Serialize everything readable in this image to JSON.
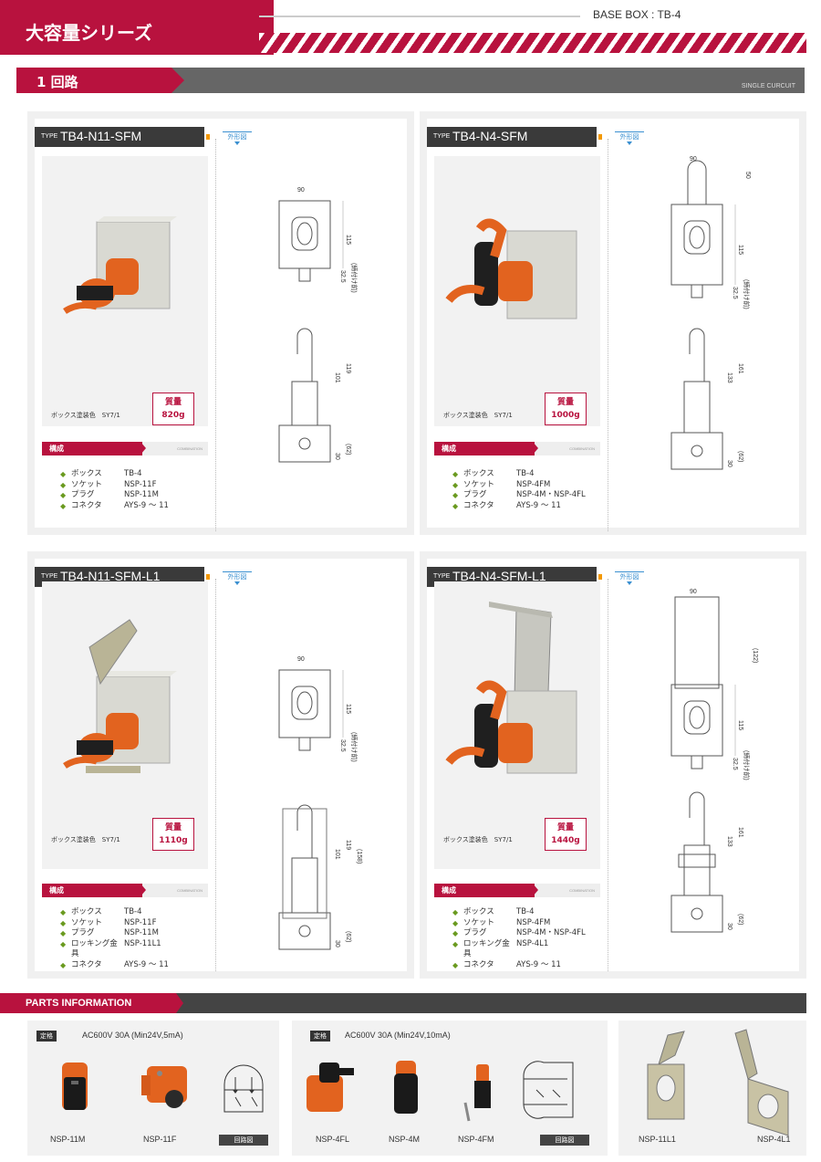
{
  "header": {
    "title": "大容量シリーズ",
    "base_box": "BASE BOX : TB-4"
  },
  "section": {
    "title": "1 回路",
    "subtitle": "SINGLE CURCUIT"
  },
  "common": {
    "type_label": "TYPE",
    "outline_label": "外形図",
    "paint_label": "ボックス塗装色　SY7/1",
    "mass_label": "質量",
    "comb_label": "構成",
    "comb_sub": "COMBINATION",
    "bullet": "◆"
  },
  "cards": [
    {
      "type": "TB4-N11-SFM",
      "mass": "820g",
      "parts": [
        [
          "ボックス",
          "TB-4"
        ],
        [
          "ソケット",
          "NSP-11F"
        ],
        [
          "プラグ",
          "NSP-11M"
        ],
        [
          "コネクタ",
          "AYS-9 ～ 11"
        ]
      ]
    },
    {
      "type": "TB4-N4-SFM",
      "mass": "1000g",
      "parts": [
        [
          "ボックス",
          "TB-4"
        ],
        [
          "ソケット",
          "NSP-4FM"
        ],
        [
          "プラグ",
          "NSP-4M・NSP-4FL"
        ],
        [
          "コネクタ",
          "AYS-9 ～ 11"
        ]
      ]
    },
    {
      "type": "TB4-N11-SFM-L1",
      "mass": "1110g",
      "parts": [
        [
          "ボックス",
          "TB-4"
        ],
        [
          "ソケット",
          "NSP-11F"
        ],
        [
          "プラグ",
          "NSP-11M"
        ],
        [
          "ロッキング金具",
          "NSP-11L1"
        ],
        [
          "コネクタ",
          "AYS-9 ～ 11"
        ]
      ]
    },
    {
      "type": "TB4-N4-SFM-L1",
      "mass": "1440g",
      "parts": [
        [
          "ボックス",
          "TB-4"
        ],
        [
          "ソケット",
          "NSP-4FM"
        ],
        [
          "プラグ",
          "NSP-4M・NSP-4FL"
        ],
        [
          "ロッキング金具",
          "NSP-4L1"
        ],
        [
          "コネクタ",
          "AYS-9 ～ 11"
        ]
      ]
    }
  ],
  "dims": {
    "w": "90",
    "h115": "115",
    "d325": "32.5",
    "mount": "(締付け前)",
    "d119": "119",
    "d101": "101",
    "d30": "30",
    "d62": "(62)",
    "d50": "50",
    "d161": "161",
    "d133": "133",
    "d158": "(158)",
    "d122": "(122)"
  },
  "parts_info": {
    "title": "PARTS INFORMATION",
    "rating_label": "定格",
    "rating1": "AC600V 30A (Min24V,5mA)",
    "rating2": "AC600V 30A (Min24V,10mA)",
    "circuit_label": "回路図",
    "items1": [
      "NSP-11M",
      "NSP-11F"
    ],
    "items2": [
      "NSP-4FL",
      "NSP-4M",
      "NSP-4FM"
    ],
    "items3": [
      "NSP-11L1",
      "NSP-4L1"
    ]
  }
}
